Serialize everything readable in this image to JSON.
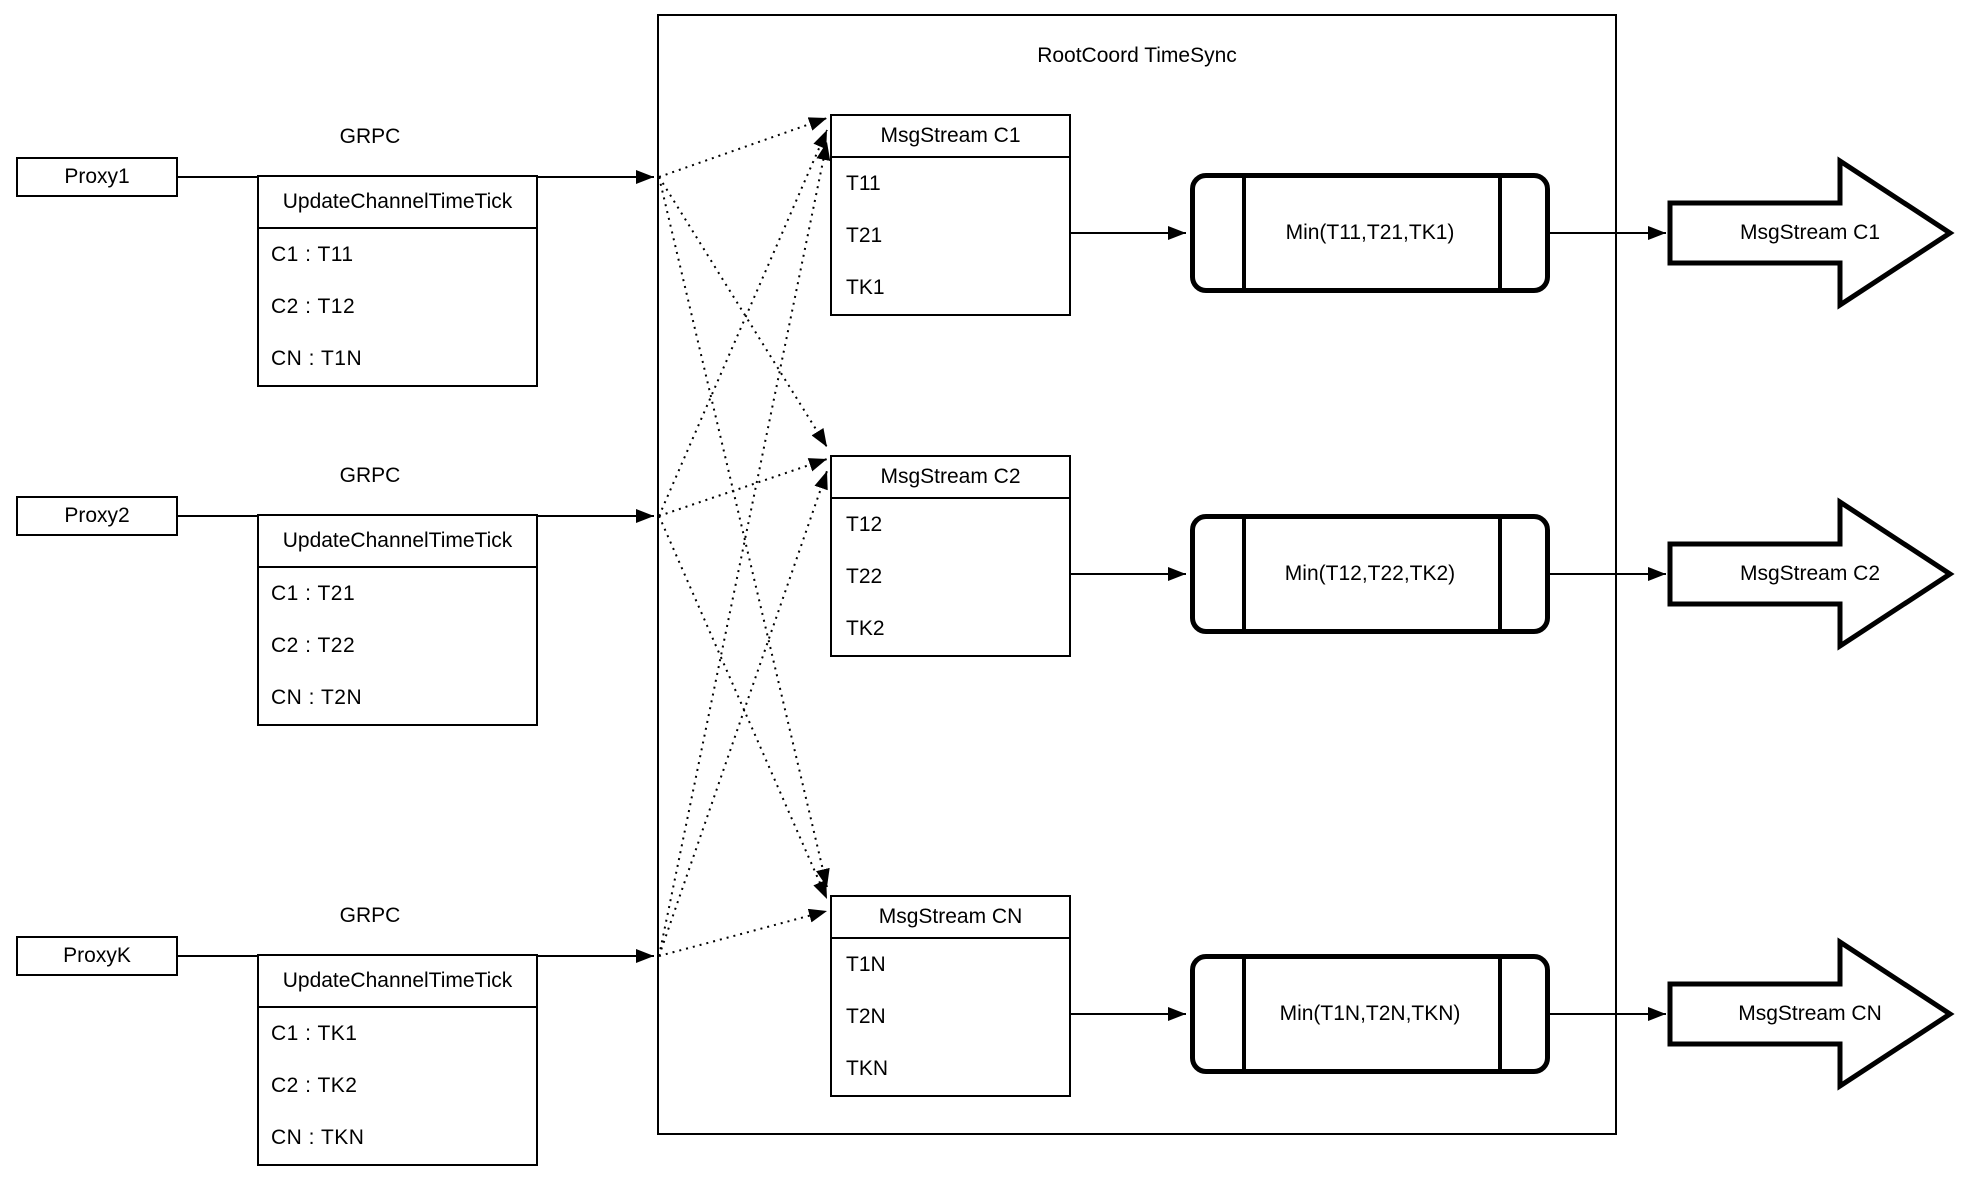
{
  "diagram": {
    "container_title": "RootCoord TimeSync",
    "proxies": [
      {
        "name": "Proxy1",
        "grpc": "GRPC",
        "tick_header": "UpdateChannelTimeTick",
        "ticks": [
          "C1 :  T11",
          "C2 :  T12",
          "CN : T1N"
        ]
      },
      {
        "name": "Proxy2",
        "grpc": "GRPC",
        "tick_header": "UpdateChannelTimeTick",
        "ticks": [
          "C1 :  T21",
          "C2 :  T22",
          "CN : T2N"
        ]
      },
      {
        "name": "ProxyK",
        "grpc": "GRPC",
        "tick_header": "UpdateChannelTimeTick",
        "ticks": [
          "C1 :  TK1",
          "C2 :  TK2",
          "CN : TKN"
        ]
      }
    ],
    "streams": [
      {
        "header": "MsgStream C1",
        "timestamps": [
          "T11",
          "T21",
          "TK1"
        ],
        "min": "Min(T11,T21,TK1)",
        "output": "MsgStream C1"
      },
      {
        "header": "MsgStream C2",
        "timestamps": [
          "T12",
          "T22",
          "TK2"
        ],
        "min": "Min(T12,T22,TK2)",
        "output": "MsgStream C2"
      },
      {
        "header": "MsgStream CN",
        "timestamps": [
          "T1N",
          "T2N",
          "TKN"
        ],
        "min": "Min(T1N,T2N,TKN)",
        "output": "MsgStream CN"
      }
    ]
  }
}
